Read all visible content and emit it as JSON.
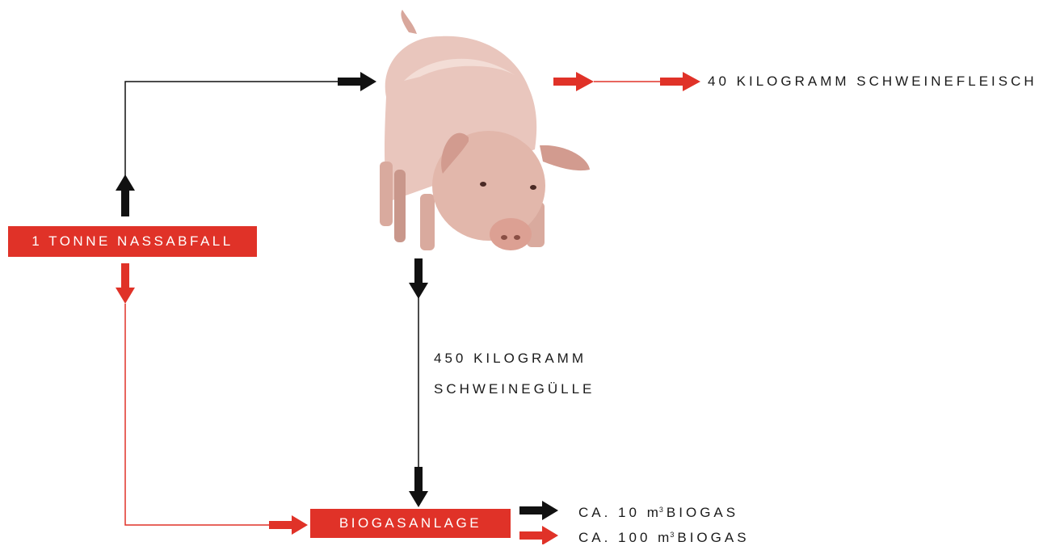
{
  "colors": {
    "red": "#e03228",
    "black": "#111111",
    "pig": "#e9c6bd"
  },
  "nodes": {
    "input_label": "1 TONNE NASSABFALL",
    "pig_icon": "pig",
    "plant_label": "BIOGASANLAGE"
  },
  "outputs": {
    "meat": "40 KILOGRAMM SCHWEINEFLEISCH",
    "slurry_line1": "450 KILOGRAMM",
    "slurry_line2": "SCHWEINEGÜLLE",
    "biogas_small_prefix": "CA. 10",
    "biogas_small_unit": "m",
    "biogas_small_sup": "3",
    "biogas_small_suffix": "BIOGAS",
    "biogas_large_prefix": "CA. 100",
    "biogas_large_unit": "m",
    "biogas_large_sup": "3",
    "biogas_large_suffix": "BIOGAS"
  }
}
